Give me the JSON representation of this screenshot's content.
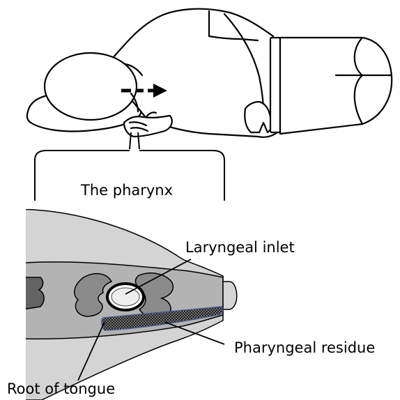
{
  "labels": {
    "pharynx": "The pharynx",
    "laryngeal_inlet": "Laryngeal inlet",
    "pharyngeal_residue": "Pharyngeal residue",
    "root_of_tongue": "Root of tongue"
  },
  "colors": {
    "outline": "#000000",
    "pharynx_outer": "#d4d4d4",
    "pharynx_mid": "#b3b3b3",
    "cartilage": "#8a8a8a",
    "cartilage_dark": "#636363",
    "residue": "#1c1c1c",
    "residue_edge": "#4a5a8a"
  },
  "icons": {
    "direction_arrow": "right-dashed-arrow-icon"
  }
}
